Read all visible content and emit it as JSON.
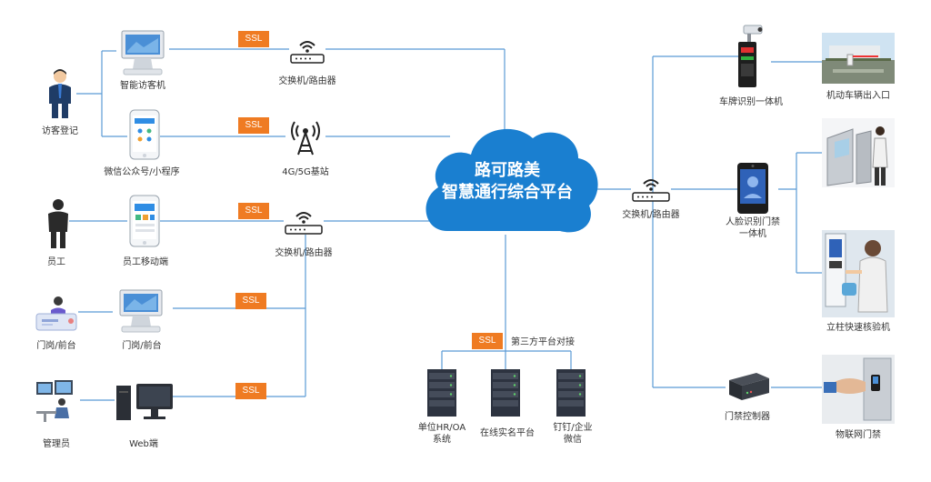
{
  "platform": {
    "line1": "路可路美",
    "line2": "智慧通行综合平台"
  },
  "ssl": "SSL",
  "labels": {
    "smart_visitor_machine": "智能访客机",
    "visitor_registration": "访客登记",
    "wechat_mini_program": "微信公众号/小程序",
    "switch_router_top": "交换机/路由器",
    "base_station": "4G/5G基站",
    "employee": "员工",
    "employee_mobile": "员工移动端",
    "switch_router_mid": "交换机/路由器",
    "guard_front_desk_1": "门岗/前台",
    "guard_front_desk_2": "门岗/前台",
    "admin": "管理员",
    "web_terminal": "Web端",
    "third_party": "第三方平台对接",
    "hr_oa_line1": "单位HR/OA",
    "hr_oa_line2": "系统",
    "realname_platform": "在线实名平台",
    "dingtalk_line1": "钉钉/企业",
    "dingtalk_line2": "微信",
    "switch_router_right": "交换机/路由器",
    "plate_recognition": "车牌识别一体机",
    "vehicle_gate": "机动车辆出入口",
    "face_access_line1": "人脸识别门禁",
    "face_access_line2": "一体机",
    "turnstile_photo": "",
    "pillar_verifier": "立柱快速核验机",
    "access_controller": "门禁控制器",
    "iot_door": "物联网门禁"
  }
}
